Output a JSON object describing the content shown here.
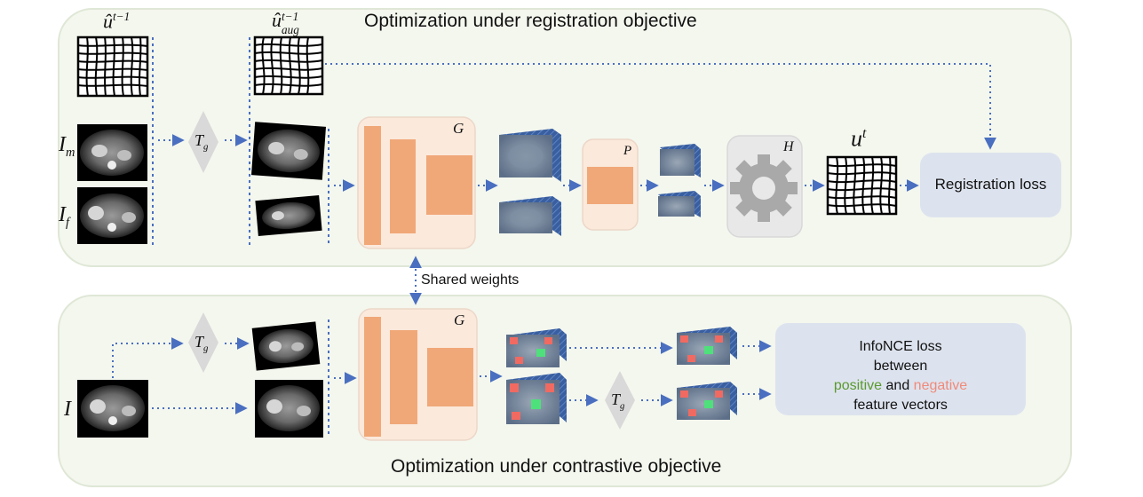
{
  "colors": {
    "panel_fill": "#f4f7ee",
    "panel_stroke": "#dfe7d6",
    "arrow": "#4a6fc0",
    "network_bg": "#fbe9dc",
    "network_block": "#f0a878",
    "head_bg": "#e8e8e8",
    "gear": "#a9a9a9",
    "loss_box": "#dde3ee",
    "positive": "#5b9a2f",
    "negative": "#f08a7a",
    "feature_positive": "#4ee07a",
    "feature_negative": "#f06a62",
    "cube": "#3a5fa0"
  },
  "top_panel": {
    "title": "Optimization under registration objective",
    "u_prev_label": "û",
    "u_prev_sup": "t−1",
    "u_aug_label": "û",
    "u_aug_sup": "t−1",
    "u_aug_sub": "aug",
    "im_label": "I",
    "im_sub": "m",
    "if_label": "I",
    "if_sub": "f",
    "tg_label": "T",
    "tg_sub": "g",
    "g_label": "G",
    "p_label": "P",
    "h_label": "H",
    "ut_label": "u",
    "ut_sup": "t",
    "loss_label": "Registration loss"
  },
  "shared_weights_label": "Shared weights",
  "bottom_panel": {
    "title": "Optimization under contrastive objective",
    "i_label": "I",
    "tg_label": "T",
    "tg_sub": "g",
    "tg2_label": "T",
    "tg2_sub": "g",
    "g_label": "G",
    "loss_line1": "InfoNCE loss",
    "loss_line2": "between",
    "loss_positive": "positive",
    "loss_and": " and ",
    "loss_negative": "negative",
    "loss_line4": "feature vectors"
  },
  "icons": {
    "deformation_grid": "deformation-grid-icon",
    "ct_slice": "ct-slice-icon",
    "feature_cube": "feature-cube-icon",
    "gear": "gear-icon"
  }
}
